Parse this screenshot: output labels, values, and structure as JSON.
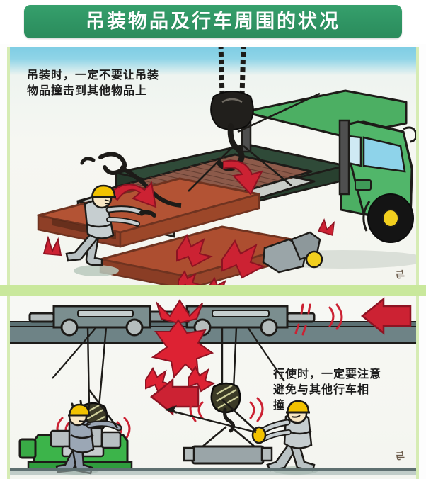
{
  "poster": {
    "title": "吊装物品及行车周围的状况",
    "banner_color": "#2f9463",
    "banner_text_color": "#ffffff",
    "divider_color": "#c9e89c",
    "panel_border_color": "#d6ecb4",
    "background_color": "#fdfdfd"
  },
  "panels": [
    {
      "id": "panel-top",
      "caption": "吊装时，一定不要让吊装\n物品撞击到其他物品上",
      "sky_color": "#8fd4e7",
      "signature": "与",
      "scene": {
        "name": "crane-lifting-steel-onto-truck",
        "truck_color": "#4caf63",
        "truck_window_color": "#8ed3ea",
        "beam_color": "#a8492c",
        "platform_color": "#2f4a38",
        "impact_color": "#cc2233",
        "worker": {
          "helmet_color": "#f2c200",
          "uniform_color": "#b9c2c4",
          "label": "worker-left"
        },
        "hook_color": "#221f1f"
      }
    },
    {
      "id": "panel-bottom",
      "caption": "行使时，一定要注意\n避免与其他行车相\n撞",
      "signature": "与",
      "scene": {
        "name": "overhead-crane-collision",
        "trolley_color": "#7b8e8f",
        "rail_color": "#6e8386",
        "arrow_color": "#cc2233",
        "burst_color": "#dd2233",
        "load_left_color": "#3cb44a",
        "load_right_color": "#9aa5a8",
        "hook_color": "#3b3a26",
        "workers": [
          {
            "label": "worker-left-bottom",
            "helmet_color": "#f2c200",
            "uniform_color": "#9ba7b5"
          },
          {
            "label": "worker-right-bottom",
            "helmet_color": "#f2c200",
            "uniform_color": "#b9c2c4"
          }
        ]
      }
    }
  ]
}
